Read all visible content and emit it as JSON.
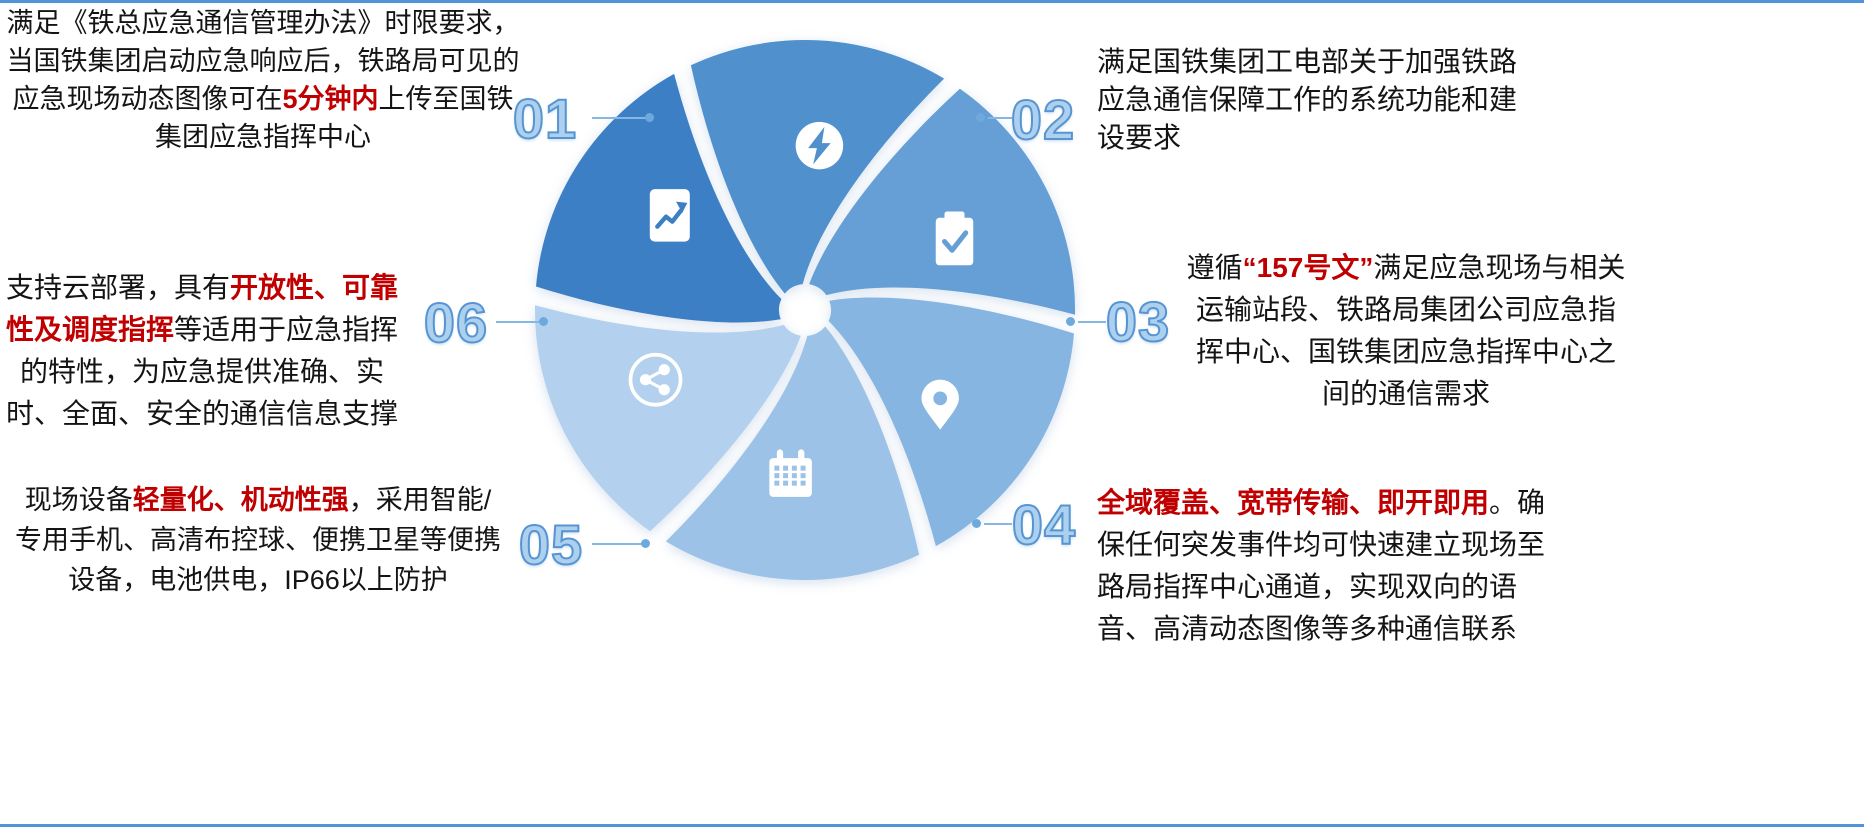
{
  "canvas": {
    "background": "#ffffff",
    "frame_color": "#4e94d6"
  },
  "colors": {
    "emphasis_red": "#c00000",
    "body_text": "#141414",
    "number_fill": "#aed0ef",
    "number_stroke": "#5795d2",
    "connector": "#85b7e4"
  },
  "pinwheel": {
    "outer_radius": 270,
    "inner_radius": 26,
    "blades": [
      {
        "id": "01",
        "tip_angle": 241,
        "color": "#3c7fc4",
        "icon": "chart-doc-icon"
      },
      {
        "id": "02",
        "tip_angle": 301,
        "color": "#4f90cd",
        "icon": "lightning-head-icon"
      },
      {
        "id": "03",
        "tip_angle": 1,
        "color": "#659fd5",
        "icon": "clipboard-check-icon"
      },
      {
        "id": "04",
        "tip_angle": 61,
        "color": "#85b5e0",
        "icon": "location-pin-icon"
      },
      {
        "id": "05",
        "tip_angle": 121,
        "color": "#9cc2e7",
        "icon": "calendar-icon"
      },
      {
        "id": "06",
        "tip_angle": 181,
        "color": "#b3d0ee",
        "icon": "share-network-icon"
      }
    ]
  },
  "items": [
    {
      "number": "01",
      "segments": {
        "pre": "满足《铁总应急通信管理办法》时限要求，当国铁集团启动应急响应后，铁路局可见的应急现场动态图像可在",
        "em": "5分钟内",
        "post": "上传至国铁集团应急指挥中心"
      }
    },
    {
      "number": "02",
      "segments": {
        "pre": "满足国铁集团工电部关于加强铁路应急通信保障工作的系统功能和建设要求",
        "em": "",
        "post": ""
      }
    },
    {
      "number": "03",
      "segments": {
        "pre": "遵循",
        "em": "“157号文”",
        "post": "满足应急现场与相关运输站段、铁路局集团公司应急指挥中心、国铁集团应急指挥中心之间的通信需求"
      }
    },
    {
      "number": "04",
      "segments": {
        "pre": "",
        "em": "全域覆盖、宽带传输、即开即用",
        "post": "。确保任何突发事件均可快速建立现场至路局指挥中心通道，实现双向的语音、高清动态图像等多种通信联系"
      }
    },
    {
      "number": "05",
      "segments": {
        "pre": "现场设备",
        "em": "轻量化、机动性强",
        "post": "，采用智能/专用手机、高清布控球、便携卫星等便携设备，电池供电，IP66以上防护"
      }
    },
    {
      "number": "06",
      "segments": {
        "pre": "支持云部署，具有",
        "em": "开放性、可靠性及调度指挥",
        "post": "等适用于应急指挥的特性，为应急提供准确、实时、全面、安全的通信信息支撑"
      }
    }
  ]
}
